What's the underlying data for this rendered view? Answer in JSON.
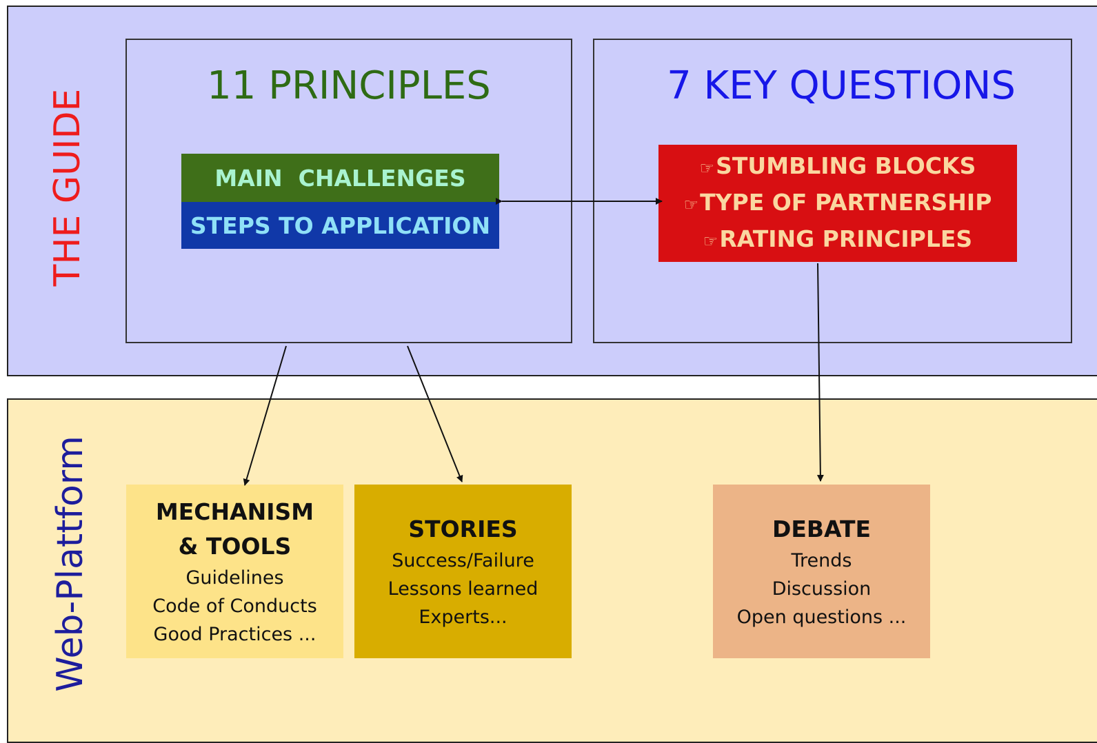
{
  "guide": {
    "band_label": "THE GUIDE",
    "principles_title": "11 PRINCIPLES",
    "questions_title": "7 KEY QUESTIONS",
    "challenges_label": "MAIN  CHALLENGES",
    "steps_label": "STEPS TO APPLICATION",
    "key_items": [
      "STUMBLING BLOCKS",
      "TYPE OF PARTNERSHIP",
      "RATING PRINCIPLES"
    ],
    "key_item_icon": "pointing-hand-icon",
    "colors": {
      "band": "#cccdfb",
      "principles_title": "#2e6b14",
      "questions_title": "#1717e8",
      "challenges_bg": "#3f6f19",
      "steps_bg": "#1038a8",
      "key_bg": "#d80f12"
    }
  },
  "platform": {
    "band_label": "Web-Plattform",
    "cards": [
      {
        "title_lines": [
          "MECHANISM",
          "& TOOLS"
        ],
        "lines": [
          "Guidelines",
          "Code of Conducts",
          "Good Practices ..."
        ]
      },
      {
        "title_lines": [
          "STORIES"
        ],
        "lines": [
          "Success/Failure",
          "Lessons learned",
          "Experts..."
        ]
      },
      {
        "title_lines": [
          "DEBATE"
        ],
        "lines": [
          "Trends",
          "Discussion",
          "Open questions ..."
        ]
      }
    ],
    "colors": {
      "band": "#feedba",
      "mechanism": "#fde389",
      "stories": "#d8ad00",
      "debate": "#ecb487"
    }
  }
}
